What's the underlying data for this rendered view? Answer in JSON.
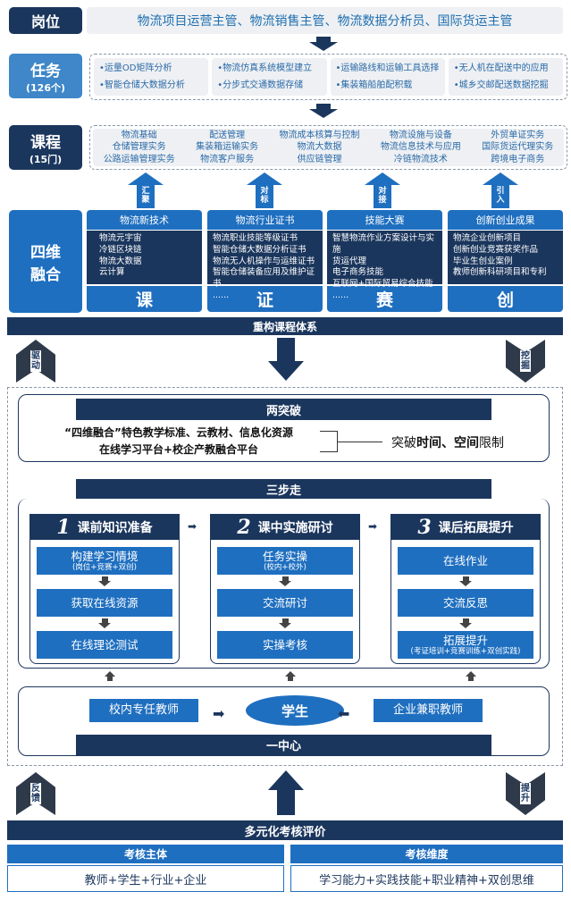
{
  "gangwei": {
    "label": "岗位",
    "content": "物流项目运营主管、物流销售主管、物流数据分析员、国际货运主管"
  },
  "renwu": {
    "label": "任务",
    "count": "(126个)",
    "cards": [
      [
        "•运量OD矩阵分析",
        "•智能仓储大数据分析"
      ],
      [
        "•物流仿真系统模型建立",
        "•分步式交通数据存储"
      ],
      [
        "•运输路线和运输工具选择",
        "•集装箱船舶配积载"
      ],
      [
        "•无人机在配送中的应用",
        "•城乡交邮配送数据挖掘"
      ]
    ]
  },
  "kecheng": {
    "label": "课程",
    "count": "(15门)",
    "groups": [
      [
        "物流基础",
        "仓储管理实务",
        "公路运输管理实务"
      ],
      [
        "配送管理",
        "集装箱运输实务",
        "物流客户服务"
      ],
      [
        "物流成本核算与控制",
        "物流大数据",
        "供应链管理"
      ],
      [
        "物流设施与设备",
        "物流信息技术与应用",
        "冷链物流技术"
      ],
      [
        "外贸单证实务",
        "国际货运代理实务",
        "跨境电子商务"
      ]
    ]
  },
  "up_arrows": [
    [
      "汇",
      "聚"
    ],
    [
      "对",
      "标"
    ],
    [
      "对",
      "接"
    ],
    [
      "引",
      "入"
    ]
  ],
  "siwei": {
    "label": [
      "四维",
      "融合"
    ],
    "columns": [
      {
        "title": "物流新技术",
        "items": [
          "物流元宇宙",
          "冷链区块链",
          "物流大数据",
          "云计算",
          "......"
        ],
        "char": "课"
      },
      {
        "title": "物流行业证书",
        "items": [
          "物流职业技能等级证书",
          "智能仓储大数据分析证书",
          "物流无人机操作与运维证书",
          "智能仓储装备应用及维护证书",
          "......"
        ],
        "char": "证"
      },
      {
        "title": "技能大赛",
        "items": [
          "智慧物流作业方案设计与实施",
          "货运代理",
          "电子商务技能",
          "互联网+国际贸易综合技能",
          "......"
        ],
        "char": "赛"
      },
      {
        "title": "创新创业成果",
        "items": [
          "物流企业创新项目",
          "创新创业竞赛获奖作品",
          "毕业生创业案例",
          "教师创新科研项目和专利",
          "......"
        ],
        "char": "创"
      }
    ]
  },
  "rebuild": "重构课程体系",
  "side": {
    "drive": [
      "驱",
      "动"
    ],
    "dig": [
      "挖",
      "掘"
    ],
    "feedback": [
      "反",
      "馈"
    ],
    "improve": [
      "提",
      "升"
    ]
  },
  "breakthrough": {
    "title": "两突破",
    "line1": "“四维融合”特色教学标准、云教材、信息化资源",
    "line2": "在线学习平台+校企产教融合平台",
    "result_pre": "突破",
    "result_bold": "时间、空间",
    "result_post": "限制"
  },
  "three_steps": {
    "title": "三步走",
    "steps": [
      {
        "num": "1",
        "title": "课前知识准备",
        "boxes": [
          [
            "构建学习情境",
            "(岗位+竞赛+双创)"
          ],
          [
            "获取在线资源",
            ""
          ],
          [
            "在线理论测试",
            ""
          ]
        ]
      },
      {
        "num": "2",
        "title": "课中实施研讨",
        "boxes": [
          [
            "任务实操",
            "(校内+校外)"
          ],
          [
            "交流研讨",
            ""
          ],
          [
            "实操考核",
            ""
          ]
        ]
      },
      {
        "num": "3",
        "title": "课后拓展提升",
        "boxes": [
          [
            "在线作业",
            ""
          ],
          [
            "交流反思",
            ""
          ],
          [
            "拓展提升",
            "(考证培训+竞赛训练+双创实践)"
          ]
        ]
      }
    ]
  },
  "center": {
    "title": "一中心",
    "teacher_in": "校内专任教师",
    "student": "学生",
    "teacher_out": "企业兼职教师"
  },
  "evaluation": {
    "title": "多元化考核评价",
    "subject_label": "考核主体",
    "subject": "教师+学生+行业+企业",
    "dimension_label": "考核维度",
    "dimension": "学习能力+实践技能+职业精神+双创思维"
  }
}
